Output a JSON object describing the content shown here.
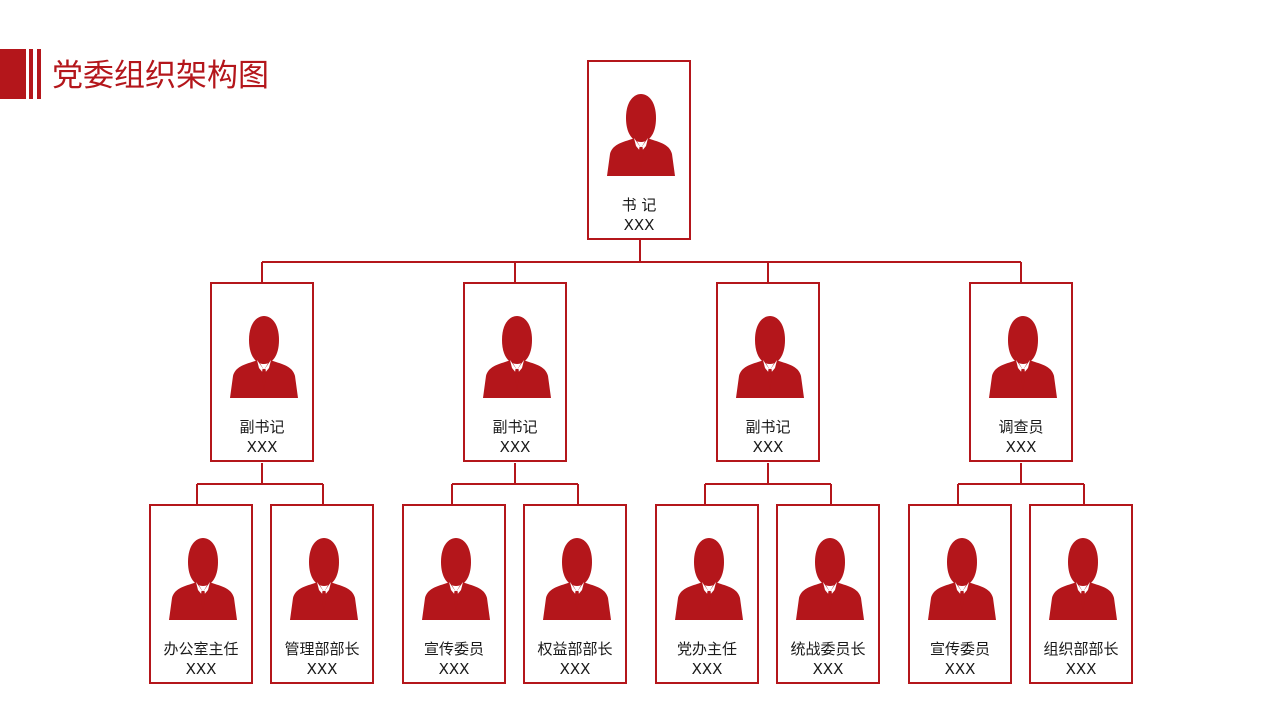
{
  "page": {
    "title": "党委组织架构图",
    "accent_color": "#b4161b",
    "icon": "person-icon"
  },
  "org": {
    "root": {
      "role": "书 记",
      "name": "XXX"
    },
    "level2": [
      {
        "role": "副书记",
        "name": "XXX"
      },
      {
        "role": "副书记",
        "name": "XXX"
      },
      {
        "role": "副书记",
        "name": "XXX"
      },
      {
        "role": "调查员",
        "name": "XXX"
      }
    ],
    "level3": [
      {
        "role": "办公室主任",
        "name": "XXX"
      },
      {
        "role": "管理部部长",
        "name": "XXX"
      },
      {
        "role": "宣传委员",
        "name": "XXX"
      },
      {
        "role": "权益部部长",
        "name": "XXX"
      },
      {
        "role": "党办主任",
        "name": "XXX"
      },
      {
        "role": "统战委员长",
        "name": "XXX"
      },
      {
        "role": "宣传委员",
        "name": "XXX"
      },
      {
        "role": "组织部部长",
        "name": "XXX"
      }
    ]
  }
}
